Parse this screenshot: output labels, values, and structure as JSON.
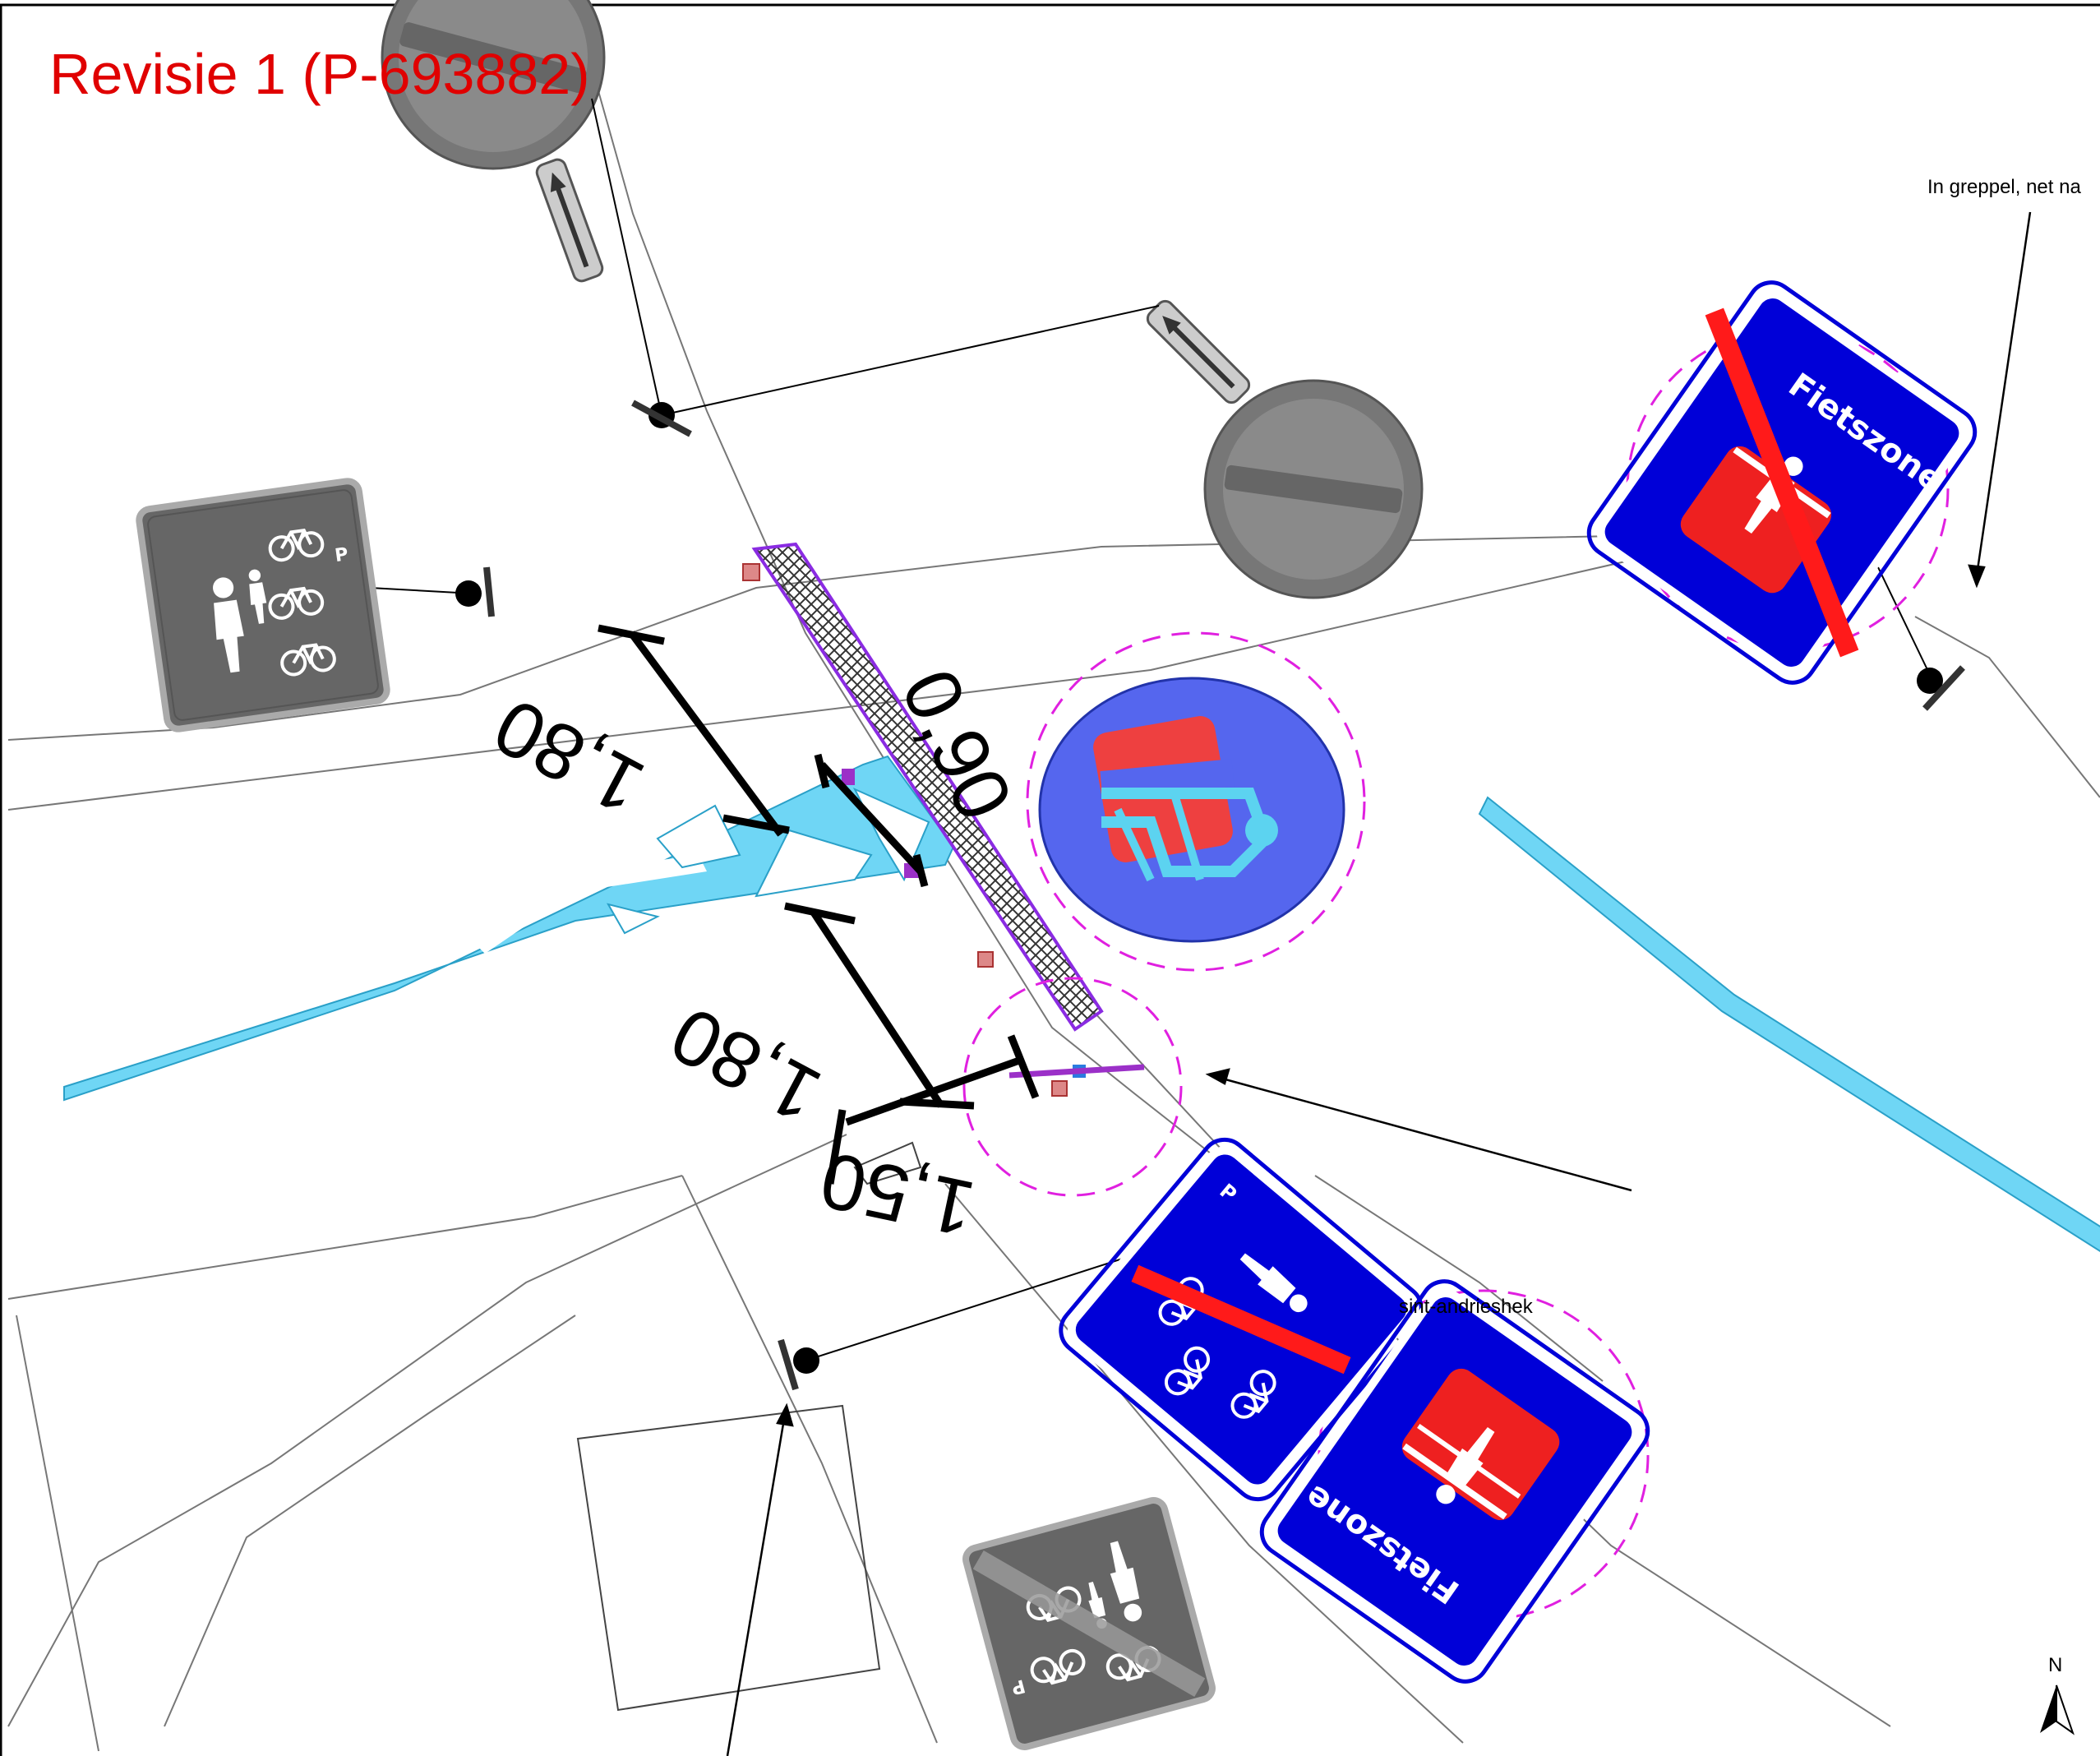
{
  "revision_label": "Revisie 1 (P-693882)",
  "notes": {
    "greppel": "In greppel, net na",
    "andries": "sint-andrieshek"
  },
  "dimensions": {
    "d1": "1,80",
    "d2": "0,90",
    "d3": "1,80",
    "d4": "1,50"
  },
  "signs": {
    "zone_text": "Fietszone",
    "p_letter": "P"
  },
  "north": "N",
  "colors": {
    "revision": "#e00000",
    "sign_blue": "#0000d8",
    "sign_red": "#ff1a1a",
    "grey_sign": "#666666",
    "cyan": "#6fd6f5",
    "purple": "#8a2be2",
    "magenta_dash": "#e020e0"
  }
}
